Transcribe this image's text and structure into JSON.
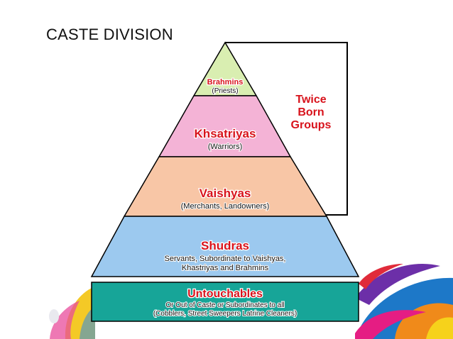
{
  "slide": {
    "title": "CASTE DIVISION"
  },
  "diagram": {
    "type": "pyramid",
    "tiers": [
      {
        "name": "Brahmins",
        "desc_lines": [
          "(Priests)"
        ],
        "color": "#d9eeb1"
      },
      {
        "name": "Khsatriyas",
        "desc_lines": [
          "(Warriors)"
        ],
        "color": "#f4b3d6"
      },
      {
        "name": "Vaishyas",
        "desc_lines": [
          "(Merchants, Landowners)"
        ],
        "color": "#f8c6a6"
      },
      {
        "name": "Shudras",
        "desc_lines": [
          "Servants, Subordinate to Vaishyas,",
          "Khastriyas and Brahmins"
        ],
        "color": "#9cc9ef"
      },
      {
        "name": "Untouchables",
        "desc_lines": [
          "Or Out of Caste or Subordinates to all",
          "(Cobblers, Street Sweepers Latrine Cleaners)"
        ],
        "color": "#17a598"
      }
    ],
    "group_label_lines": [
      "Twice",
      "Born",
      "Groups"
    ],
    "group_label_color": "#d8131c"
  }
}
